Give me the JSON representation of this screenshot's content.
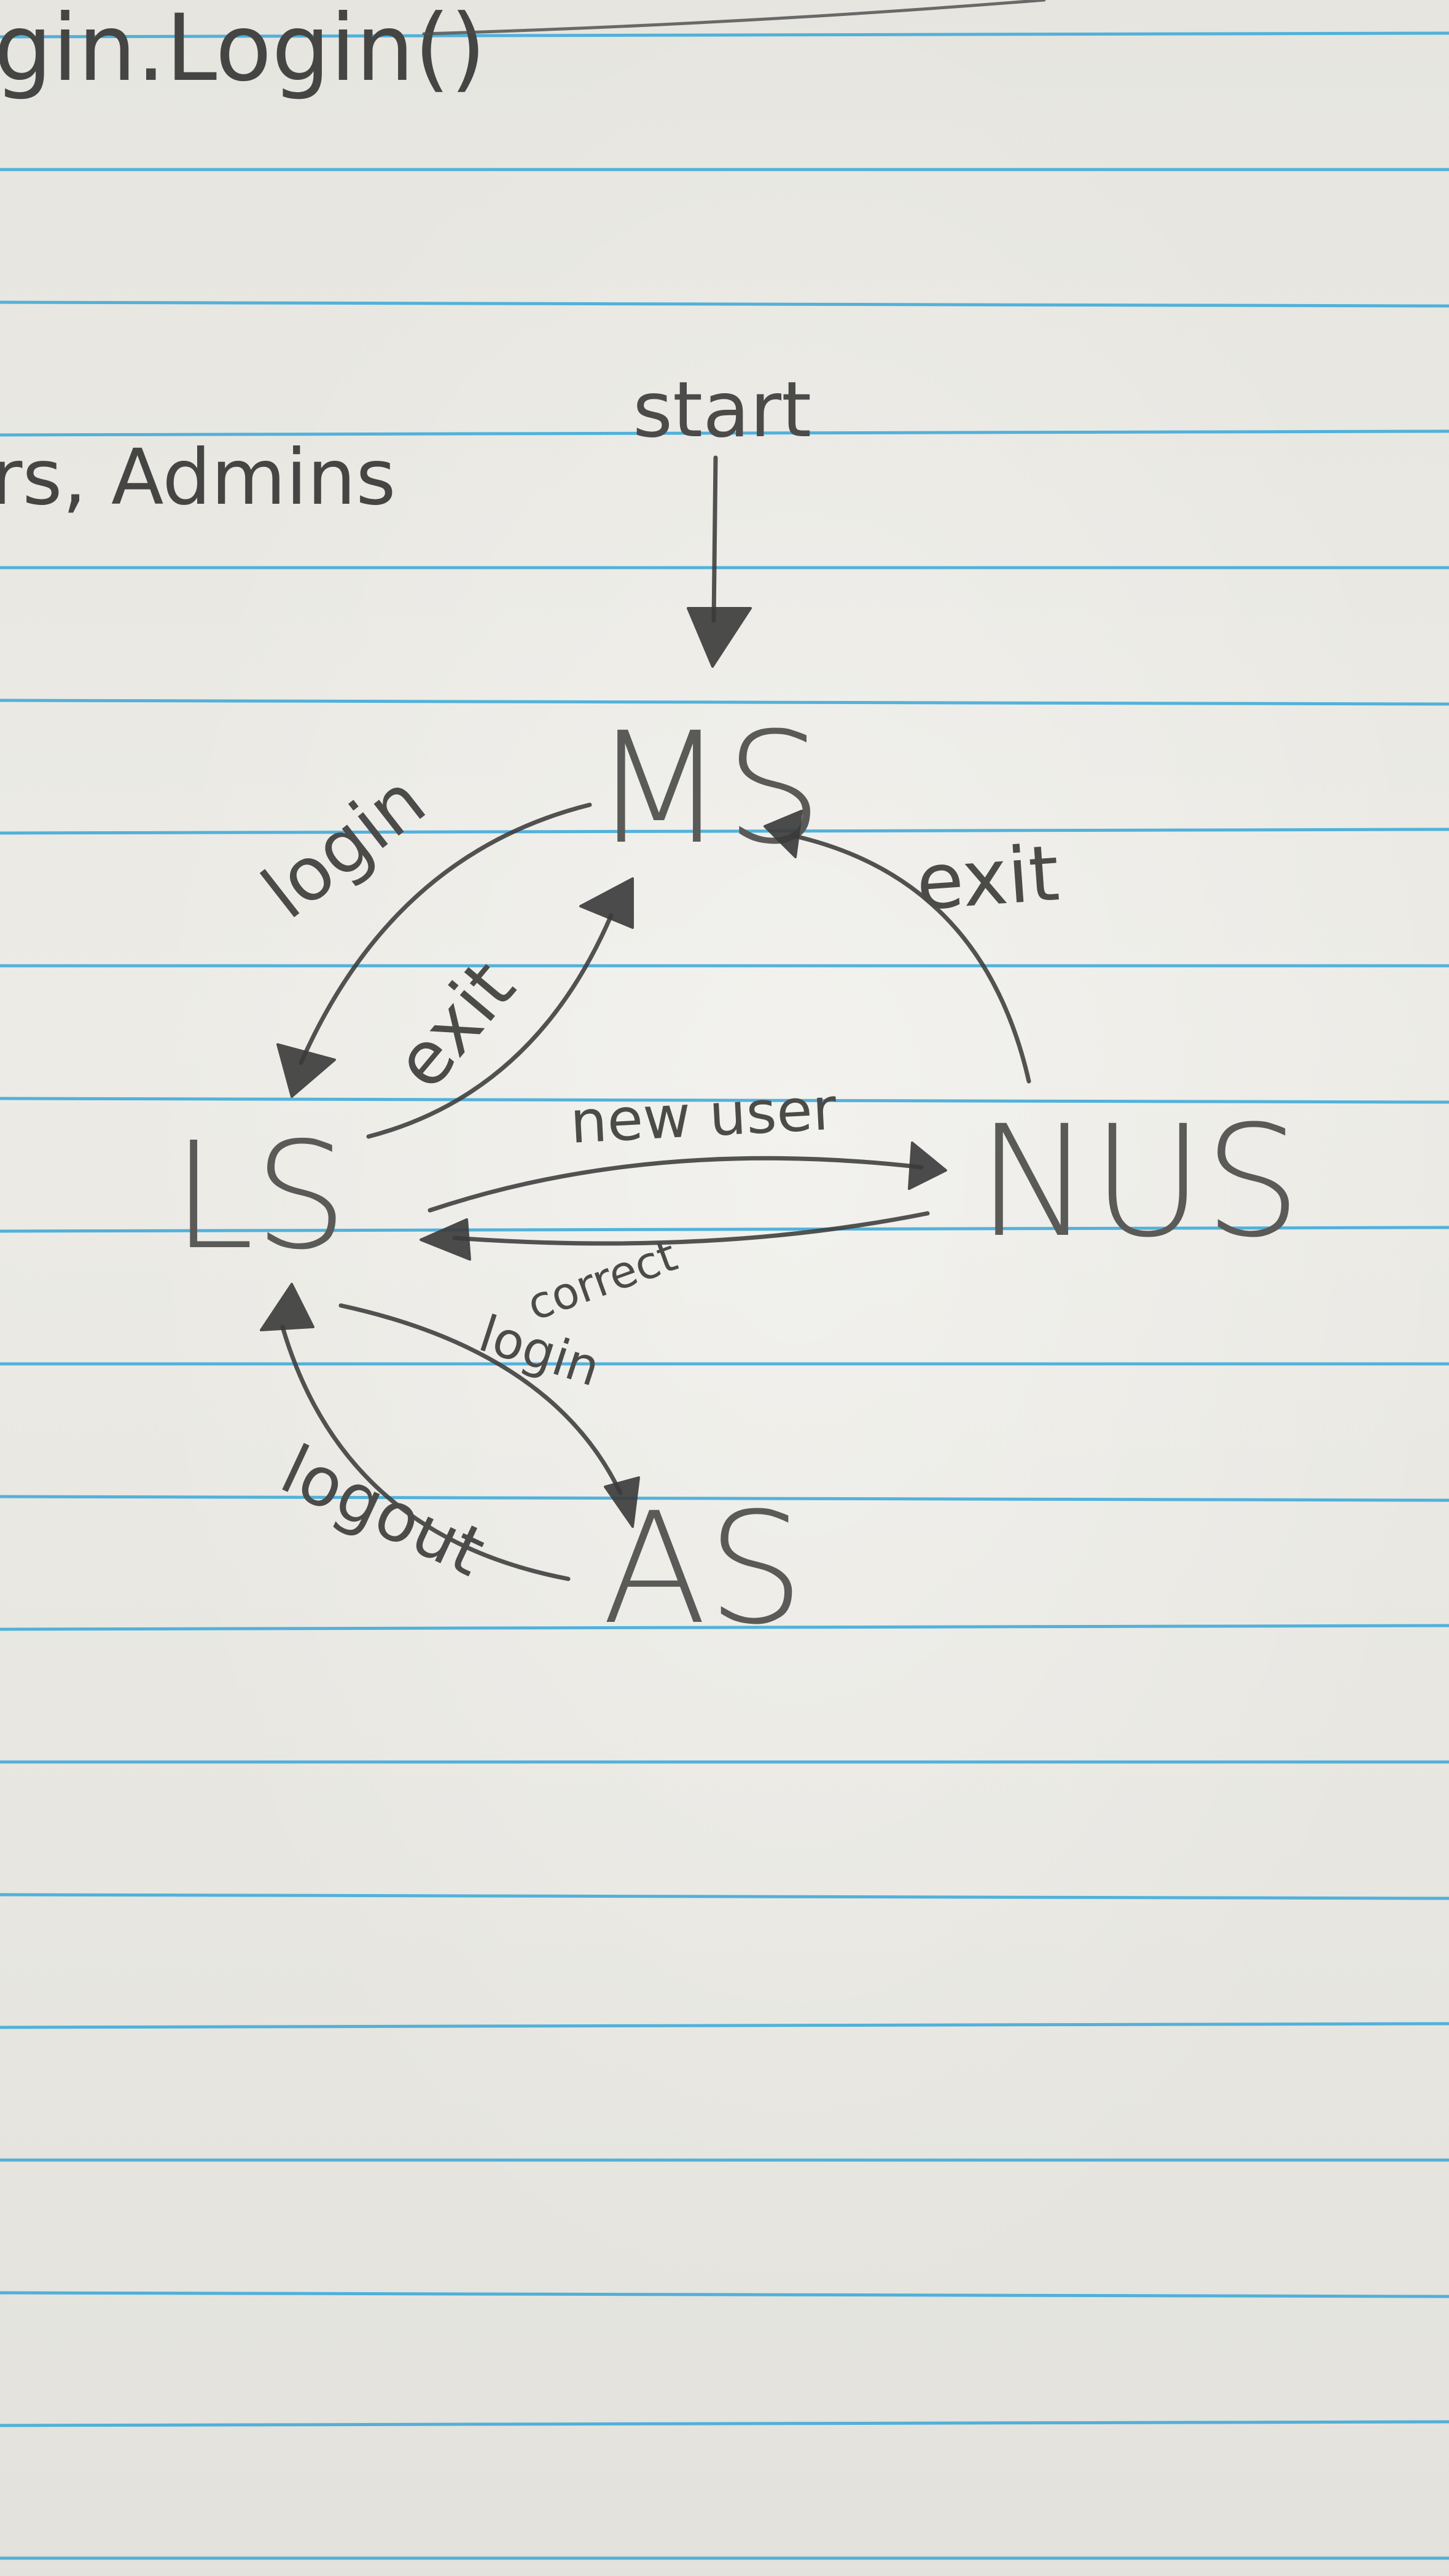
{
  "notes": {
    "top_left": "gin.Login()",
    "left_margin": "rs, Admins"
  },
  "states": {
    "ms": "MS",
    "ls": "LS",
    "nus": "NUS",
    "as": "AS"
  },
  "transitions": {
    "start": "start",
    "ms_to_ls": "login",
    "ls_to_ms": "exit",
    "ls_to_nus": "new user",
    "nus_to_ms": "exit",
    "ls_to_as_top": "correct",
    "ls_to_as_bottom": "login",
    "as_to_ls": "logout"
  }
}
